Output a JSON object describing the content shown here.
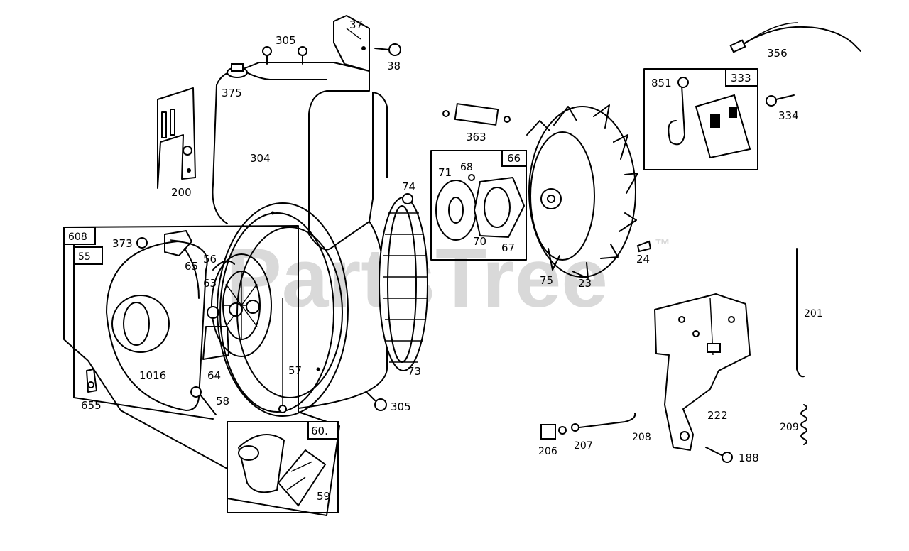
{
  "watermark": "PartsTree",
  "trademark": "™",
  "callouts": {
    "c37": "37",
    "c305a": "305",
    "c38": "38",
    "c375": "375",
    "c304": "304",
    "c200": "200",
    "c608": "608",
    "c55": "55",
    "c373": "373",
    "c65": "65",
    "c56": "56",
    "c63": "63",
    "c1016": "1016",
    "c64": "64",
    "c57": "57",
    "c58": "58",
    "c655": "655",
    "c305b": "305",
    "c73": "73",
    "c74": "74",
    "c60": "60.",
    "c59": "59",
    "c363": "363",
    "c66": "66",
    "c71": "71",
    "c68": "68",
    "c70": "70",
    "c67": "67",
    "c75": "75",
    "c23": "23",
    "c24": "24",
    "c356": "356",
    "c333": "333",
    "c851": "851",
    "c334": "334",
    "c201": "201",
    "c222": "222",
    "c209": "209",
    "c206": "206",
    "c207": "207",
    "c208": "208",
    "c188": "188"
  }
}
